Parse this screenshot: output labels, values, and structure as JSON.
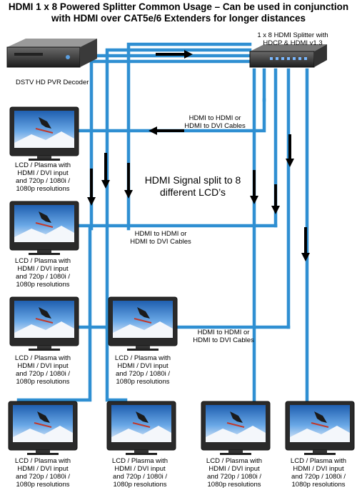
{
  "title": {
    "line1": "HDMI 1 x 8 Powered Splitter Common Usage – Can be used in conjunction",
    "line2": "with HDMI over CAT5e/6 Extenders for longer distances"
  },
  "source": {
    "label": "DSTV HD PVR Decoder"
  },
  "splitter": {
    "label_line1": "1 x 8 HDMI Splitter with",
    "label_line2": "HDCP & HDMI v1.3"
  },
  "center_label": {
    "line1": "HDMI Signal split to 8",
    "line2": "different LCD’s"
  },
  "cables": [
    {
      "line1": "HDMI to HDMI or",
      "line2": "HDMI to DVI Cables"
    },
    {
      "line1": "HDMI to HDMI or",
      "line2": "HDMI to DVI Cables"
    },
    {
      "line1": "HDMI to HDMI or",
      "line2": "HDMI to DVI Cables"
    }
  ],
  "displays": [
    {
      "line1": "LCD / Plasma with",
      "line2": "HDMI / DVI input",
      "line3": "and 720p / 1080i /",
      "line4": "1080p resolutions"
    },
    {
      "line1": "LCD / Plasma with",
      "line2": "HDMI / DVI input",
      "line3": "and 720p / 1080i /",
      "line4": "1080p resolutions"
    },
    {
      "line1": "LCD / Plasma with",
      "line2": "HDMI / DVI input",
      "line3": "and 720p / 1080i /",
      "line4": "1080p resolutions"
    },
    {
      "line1": "LCD / Plasma with",
      "line2": "HDMI / DVI input",
      "line3": "and 720p / 1080i /",
      "line4": "1080p resolutions"
    },
    {
      "line1": "LCD / Plasma with",
      "line2": "HDMI / DVI input",
      "line3": "and 720p / 1080i /",
      "line4": "1080p resolutions"
    },
    {
      "line1": "LCD / Plasma with",
      "line2": "HDMI / DVI input",
      "line3": "and 720p / 1080i /",
      "line4": "1080p resolutions"
    },
    {
      "line1": "LCD / Plasma with",
      "line2": "HDMI / DVI input",
      "line3": "and 720p / 1080i /",
      "line4": "1080p resolutions"
    },
    {
      "line1": "LCD / Plasma with",
      "line2": "HDMI / DVI input",
      "line3": "and 720p / 1080i /",
      "line4": "1080p resolutions"
    }
  ],
  "colors": {
    "cable": "#2f8fd2",
    "arrow": "#000000",
    "tv_frame": "#2a2a2a",
    "sky": "#4a90d9"
  }
}
